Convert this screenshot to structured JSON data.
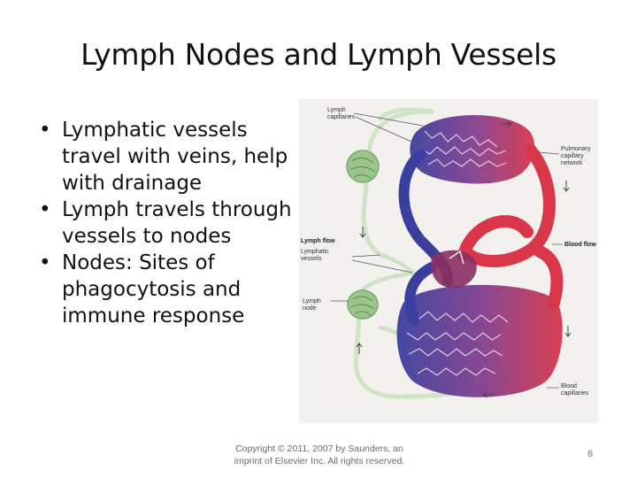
{
  "slide": {
    "title": "Lymph Nodes and Lymph Vessels",
    "bullets": [
      "Lymphatic vessels travel with veins, help with drainage",
      "Lymph travels through vessels to nodes",
      "Nodes: Sites of phagocytosis and immune response"
    ],
    "bullet_symbol": "•",
    "copyright": "Copyright © 2011, 2007 by Saunders, an imprint of Elsevier Inc. All rights reserved.",
    "page_number": "6"
  },
  "figure": {
    "labels": {
      "lymph_capillaries_1": "Lymph",
      "lymph_capillaries_2": "capillaries",
      "pulmonary_1": "Pulmonary",
      "pulmonary_2": "capillary",
      "pulmonary_3": "network",
      "lymph_flow": "Lymph flow",
      "lymphatic_vessels_1": "Lymphatic",
      "lymphatic_vessels_2": "vessels",
      "blood_flow": "Blood flow",
      "lymph_node_1": "Lymph",
      "lymph_node_2": "node",
      "blood_capillaries_1": "Blood",
      "blood_capillaries_2": "capillaries"
    },
    "colors": {
      "vein_blue": "#3a3f9e",
      "artery_red": "#d9364a",
      "lymph_green": "#cfe3c6",
      "node_green": "#9cc58e",
      "background": "#f3f1ee"
    }
  }
}
